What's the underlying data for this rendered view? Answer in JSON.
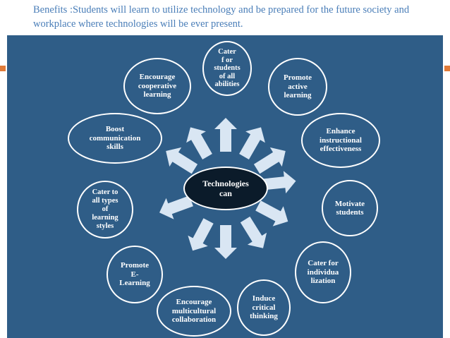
{
  "header": {
    "text": "Benefits  :Students will learn to utilize technology  and be prepared for the future society and workplace where technologies will be ever present."
  },
  "diagram": {
    "center": "Technologies\ncan",
    "nodes": [
      {
        "id": "cater-all-abilities",
        "label": "Cater\nf or\nstudents\nof all\nabilities"
      },
      {
        "id": "promote-active-learning",
        "label": "Promote\nactive\nlearning"
      },
      {
        "id": "enhance-instructional",
        "label": "Enhance\ninstructional\neffectiveness"
      },
      {
        "id": "motivate-students",
        "label": "Motivate\nstudents"
      },
      {
        "id": "cater-individualization",
        "label": "Cater for\nindividua\nlization"
      },
      {
        "id": "induce-critical-thinking",
        "label": "Induce\ncritical\nthinking"
      },
      {
        "id": "encourage-multicultural",
        "label": "Encourage\nmulticultural\ncollaboration"
      },
      {
        "id": "promote-e-learning",
        "label": "Promote\nE-\nLearning"
      },
      {
        "id": "cater-learning-styles",
        "label": "Cater to\nall  types\nof\nlearning\nstyles"
      },
      {
        "id": "boost-communication",
        "label": "Boost\ncommunication\nskills"
      },
      {
        "id": "encourage-cooperative",
        "label": "Encourage\ncooperative\nlearning"
      }
    ]
  },
  "colors": {
    "panel": "#2f5d87",
    "center_fill": "#0b1b2a",
    "arrow": "#d9e6f3",
    "header_text": "#4a7eb8",
    "accent": "#e07b39"
  }
}
